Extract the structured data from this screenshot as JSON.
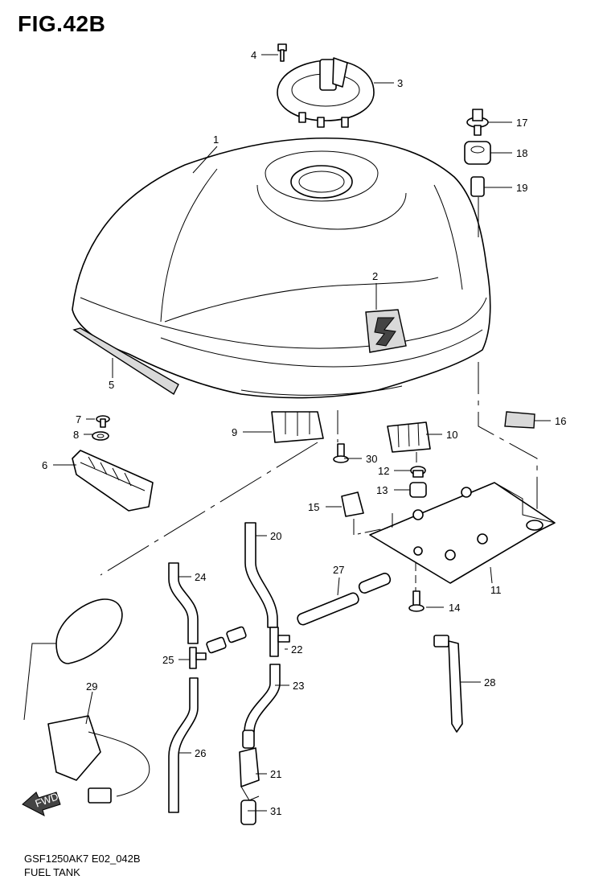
{
  "figure": {
    "title": "FIG.42B"
  },
  "footer": {
    "code": "GSF1250AK7 E02_042B",
    "section": "FUEL TANK"
  },
  "fwd_arrow": {
    "label": "FWD"
  },
  "callouts": [
    {
      "id": "c1",
      "label": "1"
    },
    {
      "id": "c2",
      "label": "2"
    },
    {
      "id": "c3",
      "label": "3"
    },
    {
      "id": "c4",
      "label": "4"
    },
    {
      "id": "c5",
      "label": "5"
    },
    {
      "id": "c6",
      "label": "6"
    },
    {
      "id": "c7",
      "label": "7"
    },
    {
      "id": "c8",
      "label": "8"
    },
    {
      "id": "c9",
      "label": "9"
    },
    {
      "id": "c10",
      "label": "10"
    },
    {
      "id": "c11",
      "label": "11"
    },
    {
      "id": "c12",
      "label": "12"
    },
    {
      "id": "c13",
      "label": "13"
    },
    {
      "id": "c14",
      "label": "14"
    },
    {
      "id": "c15",
      "label": "15"
    },
    {
      "id": "c16",
      "label": "16"
    },
    {
      "id": "c17",
      "label": "17"
    },
    {
      "id": "c18",
      "label": "18"
    },
    {
      "id": "c19",
      "label": "19"
    },
    {
      "id": "c20",
      "label": "20"
    },
    {
      "id": "c21",
      "label": "21"
    },
    {
      "id": "c22",
      "label": "22"
    },
    {
      "id": "c23",
      "label": "23"
    },
    {
      "id": "c24",
      "label": "24"
    },
    {
      "id": "c25",
      "label": "25"
    },
    {
      "id": "c26",
      "label": "26"
    },
    {
      "id": "c27",
      "label": "27"
    },
    {
      "id": "c28",
      "label": "28"
    },
    {
      "id": "c29",
      "label": "29"
    },
    {
      "id": "c30",
      "label": "30"
    },
    {
      "id": "c31",
      "label": "31"
    }
  ]
}
